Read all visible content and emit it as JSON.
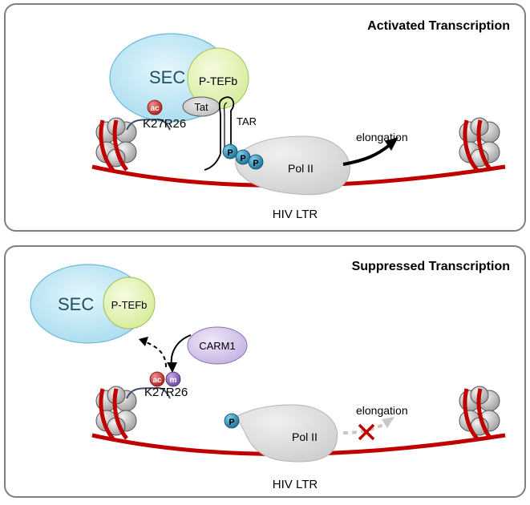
{
  "panels": [
    {
      "title": "Activated Transcription",
      "sec": "SEC",
      "ptefb": "P-TEFb",
      "tat": "Tat",
      "tar": "TAR",
      "ac": "ac",
      "residues": "K27R26",
      "phospho": [
        "P",
        "P",
        "P"
      ],
      "pol": "Pol II",
      "elongation": "elongation",
      "ltr": "HIV LTR"
    },
    {
      "title": "Suppressed Transcription",
      "sec": "SEC",
      "ptefb": "P-TEFb",
      "carm1": "CARM1",
      "ac": "ac",
      "m": "m",
      "residues": "K27R26",
      "phospho": [
        "P"
      ],
      "pol": "Pol II",
      "elongation": "elongation",
      "ltr": "HIV LTR"
    }
  ],
  "colors": {
    "dna": "#c00000",
    "sec_fill": "#bfe6f5",
    "ptefb_fill": "#e6f5b4",
    "carm1_fill": "#d7c8eb",
    "ac_fill": "#d23232",
    "m_fill": "#8c64b9",
    "phospho_fill": "#2a8fb8",
    "pol_fill": "#dcdcdc",
    "panel_border": "#7f7f7f"
  }
}
